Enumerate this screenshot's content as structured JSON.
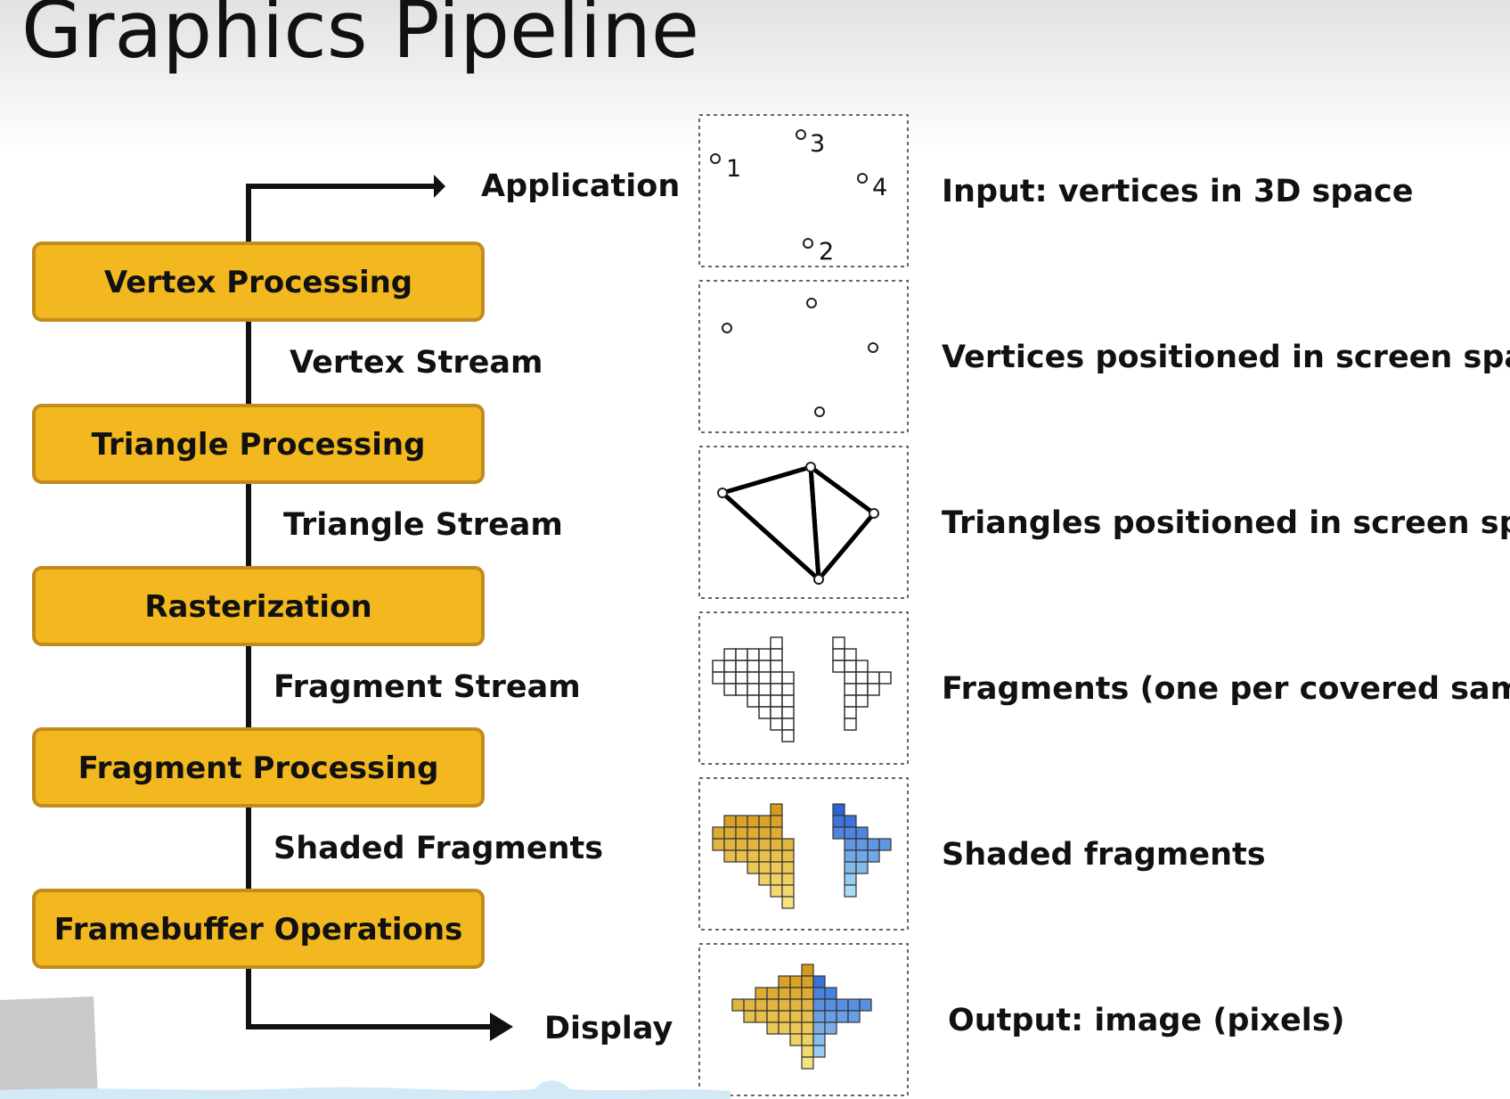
{
  "title": "Graphics Pipeline",
  "application_label": "Application",
  "display_label": "Display",
  "stages": [
    {
      "label": "Vertex Processing"
    },
    {
      "label": "Triangle Processing"
    },
    {
      "label": "Rasterization"
    },
    {
      "label": "Fragment Processing"
    },
    {
      "label": "Framebuffer Operations"
    }
  ],
  "streams": [
    {
      "label": "Vertex Stream"
    },
    {
      "label": "Triangle Stream"
    },
    {
      "label": "Fragment Stream"
    },
    {
      "label": "Shaded Fragments"
    }
  ],
  "descriptions": [
    {
      "label": "Input: vertices in 3D space"
    },
    {
      "label": "Vertices positioned in screen space"
    },
    {
      "label": "Triangles positioned in screen space"
    },
    {
      "label": "Fragments (one per covered sample)"
    },
    {
      "label": "Shaded fragments"
    },
    {
      "label": "Output: image (pixels)"
    }
  ],
  "vertex_numbers": [
    "1",
    "3",
    "4",
    "2"
  ],
  "colors": {
    "stage_fill": "#f3b820",
    "stage_border": "#c28b1e",
    "warm_dark": "#d69a1c",
    "warm_light": "#f7e37c",
    "cool_dark": "#2b62d6",
    "cool_light": "#a9dcf4"
  }
}
